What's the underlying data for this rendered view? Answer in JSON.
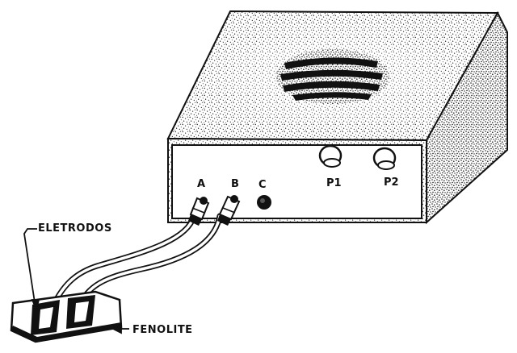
{
  "labels": {
    "jack_a": "A",
    "jack_b": "B",
    "jack_c": "C",
    "knob_p1": "P1",
    "knob_p2": "P2",
    "eletrodos": "ELETRODOS",
    "fenolite": "FENOLITE"
  },
  "colors": {
    "ink": "#111111",
    "paper": "#ffffff",
    "speckle": "#1a1a1a"
  }
}
